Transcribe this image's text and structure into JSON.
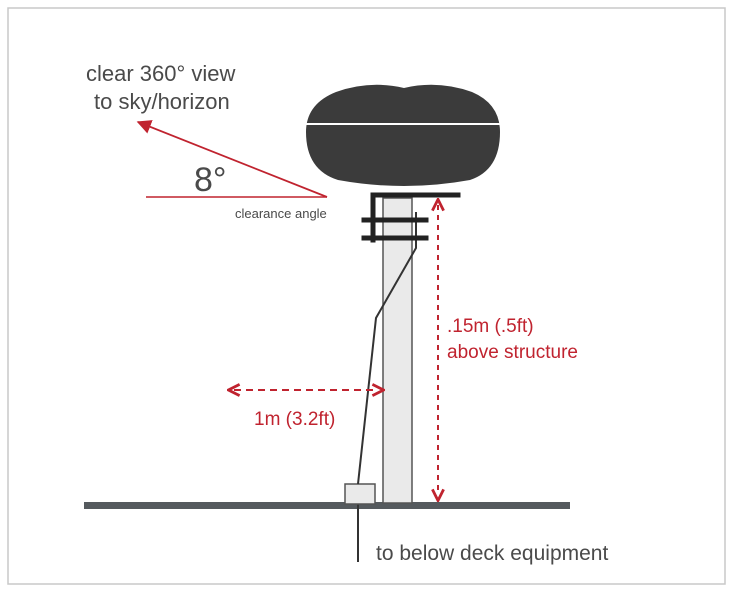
{
  "labels": {
    "view_line1": "clear 360° view",
    "view_line2": "to sky/horizon",
    "angle_value": "8°",
    "clearance_angle": "clearance angle",
    "height_line1": ".15m (.5ft)",
    "height_line2": "above structure",
    "distance": "1m (3.2ft)",
    "below_deck": "to below deck equipment"
  },
  "colors": {
    "accent_red": "#c0232f",
    "dark_gray": "#3a3a3a",
    "pole_fill": "#eaeaea",
    "frame_border": "#c8c8c8"
  }
}
